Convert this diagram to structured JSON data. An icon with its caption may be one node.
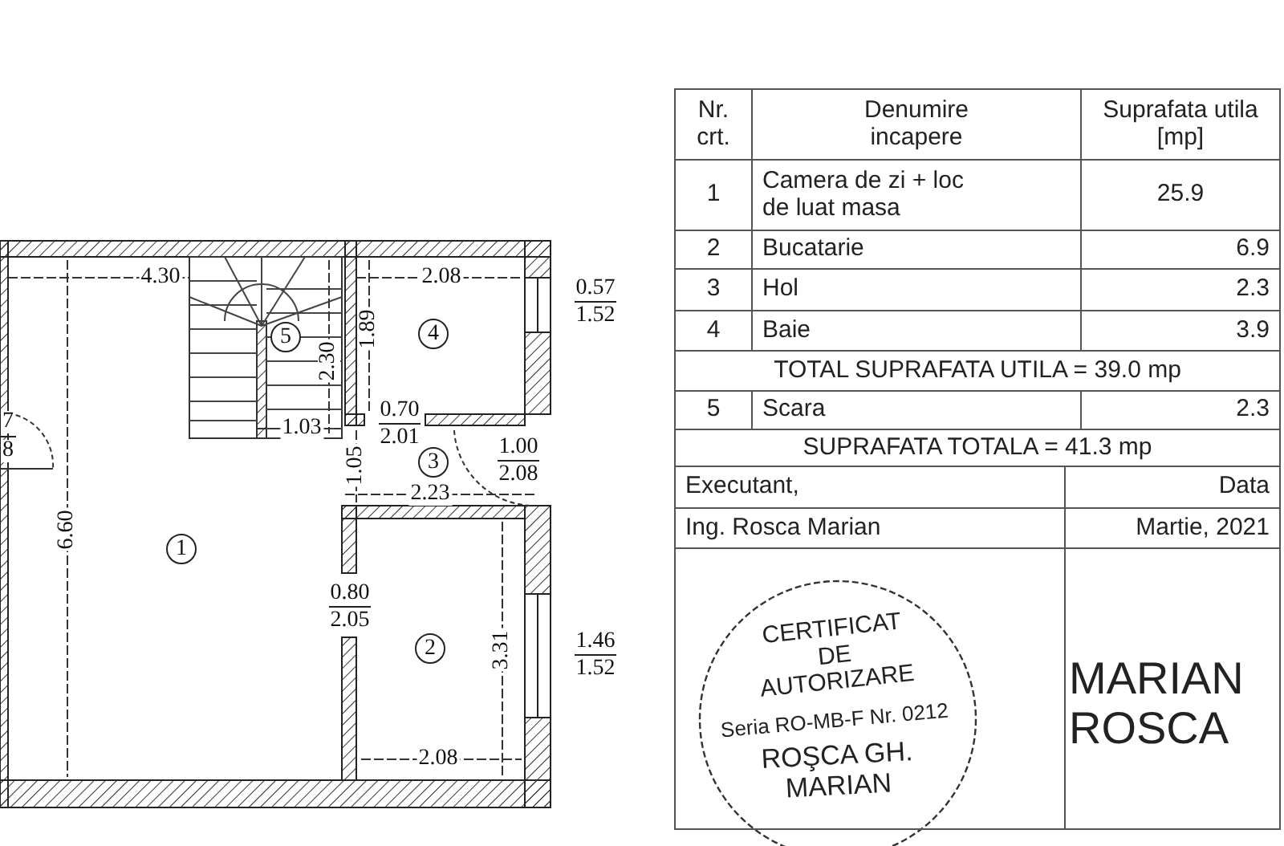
{
  "diagram": {
    "labels": [
      "4.30",
      "2.08",
      "0.57",
      "1.52",
      "5",
      "2.30",
      "1.89",
      "4",
      "7",
      "8",
      "0.70",
      "2.01",
      "1.03",
      "3",
      "1.00",
      "2.08",
      "1.05",
      "2.23",
      "6.60",
      "1",
      "0.80",
      "2.05",
      "2",
      "3.31",
      "1.46",
      "1.52",
      "2.08",
      "Nr. crt.",
      "Denumire incapere",
      "Suprafata utila [mp]",
      "1",
      "Camera de zi + loc de luat masa",
      "25.9",
      "2",
      "Bucatarie",
      "6.9",
      "3",
      "Hol",
      "2.3",
      "4",
      "Baie",
      "3.9",
      "TOTAL SUPRAFATA UTILA = 39.0 mp",
      "5",
      "Scara",
      "2.3",
      "SUPRAFATA TOTALA = 41.3 mp",
      "Executant,",
      "Data",
      "Ing. Rosca Marian",
      "Martie, 2021",
      "CERTIFICAT DE AUTORIZARE",
      "Seria RO-MB-F Nr. 0212",
      "ROŞCA GH. MARIAN",
      "MARIAN ROSCA"
    ]
  }
}
